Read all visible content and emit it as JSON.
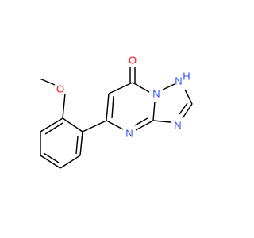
{
  "molecule": {
    "atoms": {
      "oxygen_methoxy": "O",
      "oxygen_carbonyl": "O",
      "nitrogen_n1h": "N",
      "hydrogen_n1h": "H",
      "nitrogen_ring_shared": "N",
      "nitrogen_triazole": "N",
      "nitrogen_pyrimidine": "N"
    },
    "colors": {
      "bond": "#000000",
      "oxygen": "#ff0d0d",
      "nitrogen": "#3050f8"
    }
  }
}
